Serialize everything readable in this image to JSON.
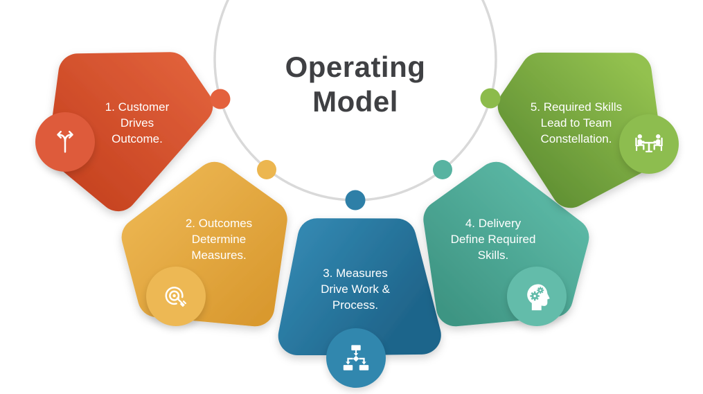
{
  "title": {
    "line1": "Operating",
    "line2": "Model",
    "color": "#3F4043"
  },
  "background": "#FFFFFF",
  "arc": {
    "color": "#D9D9D9"
  },
  "text_color": "#FFFFFF",
  "petals": [
    {
      "number": "1",
      "label": "1. Customer Drives Outcome.",
      "lines": [
        "1. Customer",
        "Drives",
        "Outcome."
      ],
      "icon": "branch-arrows-icon",
      "colors": {
        "grad_start": "#E0603A",
        "grad_end": "#C5411F",
        "dot": "#E3613D",
        "badge": "#DE5B3B"
      }
    },
    {
      "number": "2",
      "label": "2. Outcomes Determine Measures.",
      "lines": [
        "2. Outcomes",
        "Determine",
        "Measures."
      ],
      "icon": "target-arrow-icon",
      "colors": {
        "grad_start": "#EDB753",
        "grad_end": "#D9992F",
        "dot": "#ECB64F",
        "badge": "#EDB854"
      }
    },
    {
      "number": "3",
      "label": "3. Measures Drive Work & Process.",
      "lines": [
        "3. Measures",
        "Drive Work &",
        "Process."
      ],
      "icon": "flowchart-icon",
      "colors": {
        "grad_start": "#3287B0",
        "grad_end": "#1F658B",
        "dot": "#2E7FA7",
        "badge": "#3187AE"
      }
    },
    {
      "number": "4",
      "label": "4. Delivery Define Required Skills.",
      "lines": [
        "4. Delivery",
        "Define Required",
        "Skills."
      ],
      "icon": "head-gears-icon",
      "colors": {
        "grad_start": "#5FBCA9",
        "grad_end": "#3E9583",
        "dot": "#58B3A1",
        "badge": "#63BCAA"
      }
    },
    {
      "number": "5",
      "label": "5. Required  Skills Lead to Team Constellation.",
      "lines": [
        "5. Required  Skills",
        "Lead to Team",
        "Constellation."
      ],
      "icon": "meeting-icon",
      "colors": {
        "grad_start": "#93C14F",
        "grad_end": "#5C8C31",
        "dot": "#8CBB4B",
        "badge": "#8DBD4F"
      }
    }
  ]
}
